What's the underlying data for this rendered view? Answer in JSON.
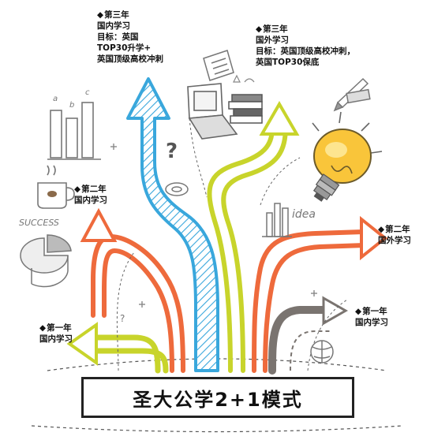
{
  "title": "圣大公学2+1模式",
  "labels": {
    "top_left": {
      "heading": "第三年",
      "lines": [
        "国内学习",
        "目标：英国",
        "TOP30升学+",
        "英国顶级高校冲刺"
      ]
    },
    "top_right": {
      "heading": "第三年",
      "lines": [
        "国外学习",
        "目标：英国顶级高校冲刺，",
        "英国TOP30保底"
      ]
    },
    "mid_left": {
      "heading": "第二年",
      "lines": [
        "国内学习"
      ]
    },
    "mid_right": {
      "heading": "第二年",
      "lines": [
        "国外学习"
      ]
    },
    "bottom_left": {
      "heading": "第一年",
      "lines": [
        "国内学习"
      ]
    },
    "bottom_right": {
      "heading": "第一年",
      "lines": [
        "国内学习"
      ]
    }
  },
  "doodles": {
    "success_text": "SUCCESS",
    "idea_text": "idea",
    "question_mark": "?",
    "bar_chart_letters": [
      "a",
      "b",
      "c"
    ]
  },
  "colors": {
    "blue_arrow": "#39a7dc",
    "lime_arrow": "#c8d42b",
    "orange_arrow": "#ee6a3c",
    "gray_arrow": "#7a7470",
    "bulb": "#f9c53a"
  }
}
